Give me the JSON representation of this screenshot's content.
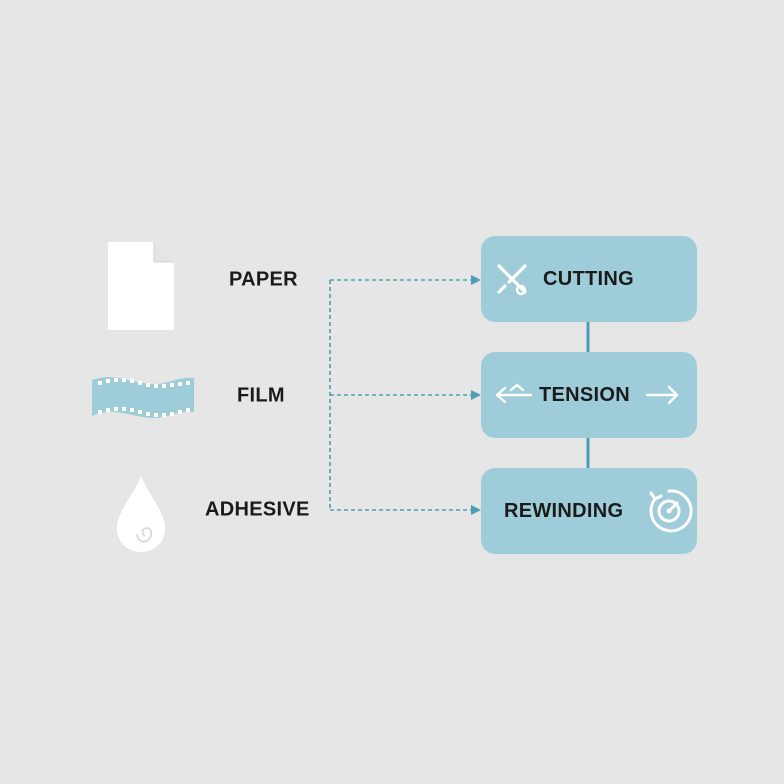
{
  "inputs": [
    {
      "label": "PAPER",
      "icon": "paper-sheet-icon"
    },
    {
      "label": "FILM",
      "icon": "film-strip-icon"
    },
    {
      "label": "ADHESIVE",
      "icon": "adhesive-drop-icon"
    }
  ],
  "stages": [
    {
      "label": "CUTTING",
      "icon": "cutting-tools-icon"
    },
    {
      "label": "TENSION",
      "icon": "tension-arrows-icon"
    },
    {
      "label": "REWINDING",
      "icon": "rewind-target-icon"
    }
  ],
  "colors": {
    "background": "#e6e6e6",
    "stage_fill": "#9ecdd9",
    "connector": "#4d9db3",
    "icon_white": "#ffffff",
    "film_fill": "#9ecdd9",
    "text": "#1b1b1b"
  }
}
